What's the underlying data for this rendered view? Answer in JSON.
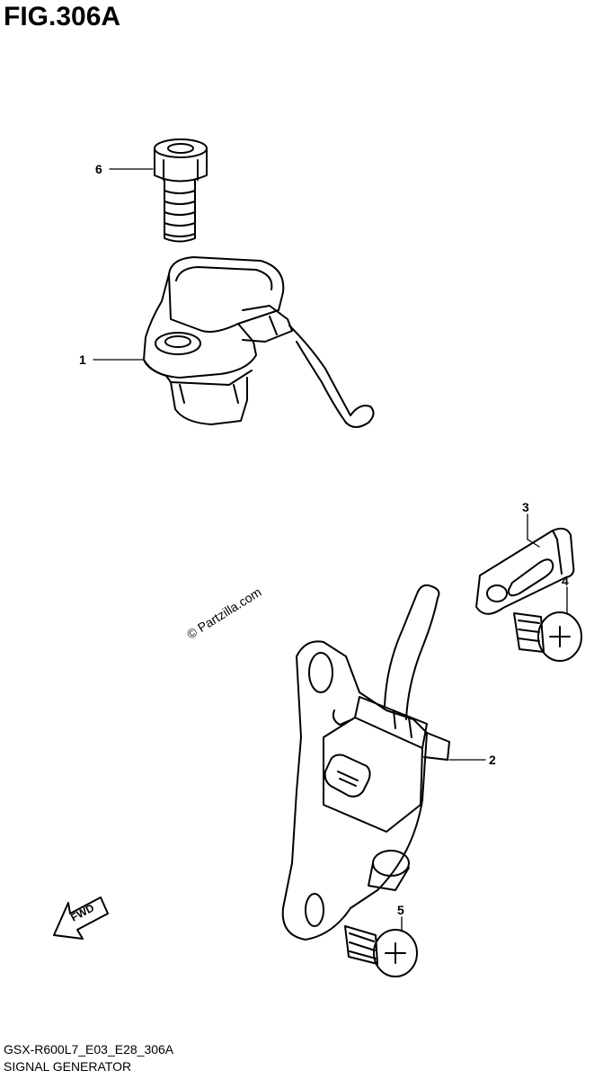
{
  "title": "FIG.306A",
  "callouts": [
    "6",
    "1",
    "3",
    "4",
    "2",
    "5"
  ],
  "watermark": "© Partzilla.com",
  "fwd_label": "FWD",
  "footer": {
    "code": "GSX-R600L7_E03_E28_306A",
    "name": "SIGNAL GENERATOR"
  }
}
